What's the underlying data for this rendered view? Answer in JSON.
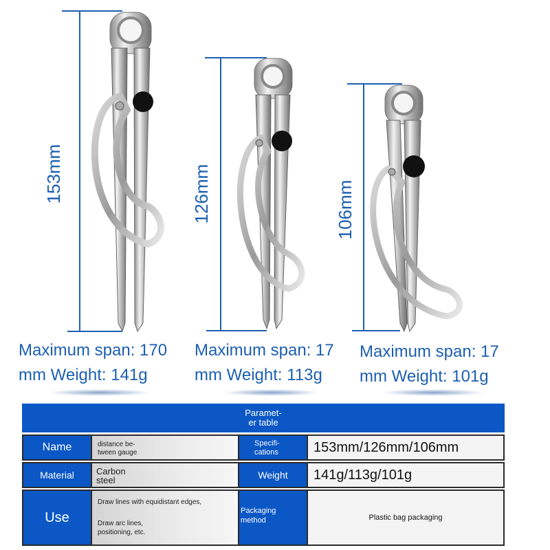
{
  "dimensions": [
    "153mm",
    "126mm",
    "106mm"
  ],
  "specs": [
    {
      "line1": "Maximum span: 170",
      "line2": "mm Weight: 141g"
    },
    {
      "line1": "Maximum span: 17",
      "line2": "mm Weight: 113g"
    },
    {
      "line1": "Maximum span: 17",
      "line2": "mm Weight: 101g"
    }
  ],
  "table": {
    "title_line1": "Paramet-",
    "title_line2": "er table",
    "row1": {
      "label": "Name",
      "value_line1": "distance be-",
      "value_line2": "tween gauge",
      "label2_line1": "Specifi-",
      "label2_line2": "cations",
      "value2": "153mm/126mm/106mm"
    },
    "row2": {
      "label": "Material",
      "value_line1": "Carbon",
      "value_line2": "steel",
      "label2": "Weight",
      "value2": "141g/113g/101g"
    },
    "row3": {
      "label": "Use",
      "value_line1": "Draw lines with equidistant edges,",
      "value_line2": "Draw arc lines,",
      "value_line3": "positioning, etc.",
      "label2_line1": "Packaging",
      "label2_line2": "method",
      "value2": "Plastic bag packaging"
    }
  },
  "colors": {
    "accent": "#0b57c5",
    "dimension": "#1c5fb0"
  }
}
